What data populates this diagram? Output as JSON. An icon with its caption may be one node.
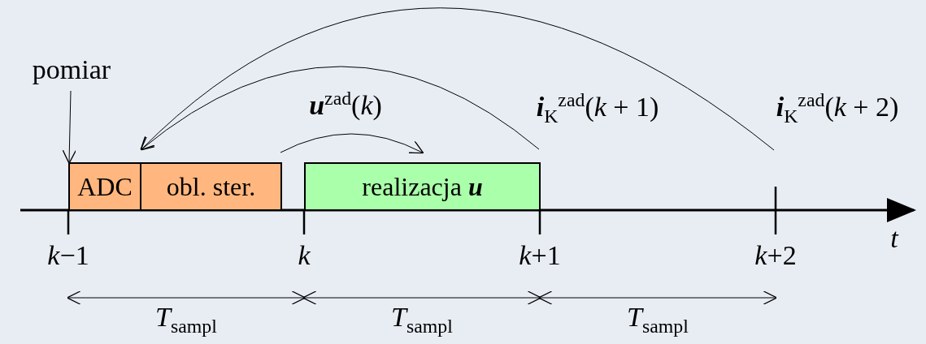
{
  "diagram": {
    "nodes": [
      {
        "text": [
          "pomiar"
        ]
      },
      {
        "text": [
          "ADC"
        ]
      },
      {
        "text": [
          "obl. ster."
        ]
      },
      {
        "text": [
          "realizacja **u**"
        ]
      }
    ],
    "edges": [
      {
        "from": 0,
        "to": 1,
        "arrow": "to"
      },
      {
        "from": 2,
        "to": 3,
        "arrow": "to",
        "label": "**u**$^{zad}$(*k*)"
      },
      {
        "from": 3,
        "to": 2,
        "arrow": "to",
        "label": "**i**$_{K}$$^{zad}$(*k* + 1)"
      },
      {
        "from": null,
        "to": 2,
        "arrow": "to",
        "label": "**i**$_{K}$$^{zad}$(*k* + 2)"
      }
    ],
    "labels": [
      "*k*−1",
      "*k*",
      "*k*+1",
      "*k*+2",
      "*t*",
      "*T*$_{sampl}$",
      "*T*$_{sampl}$",
      "*T*$_{sampl}$"
    ]
  }
}
